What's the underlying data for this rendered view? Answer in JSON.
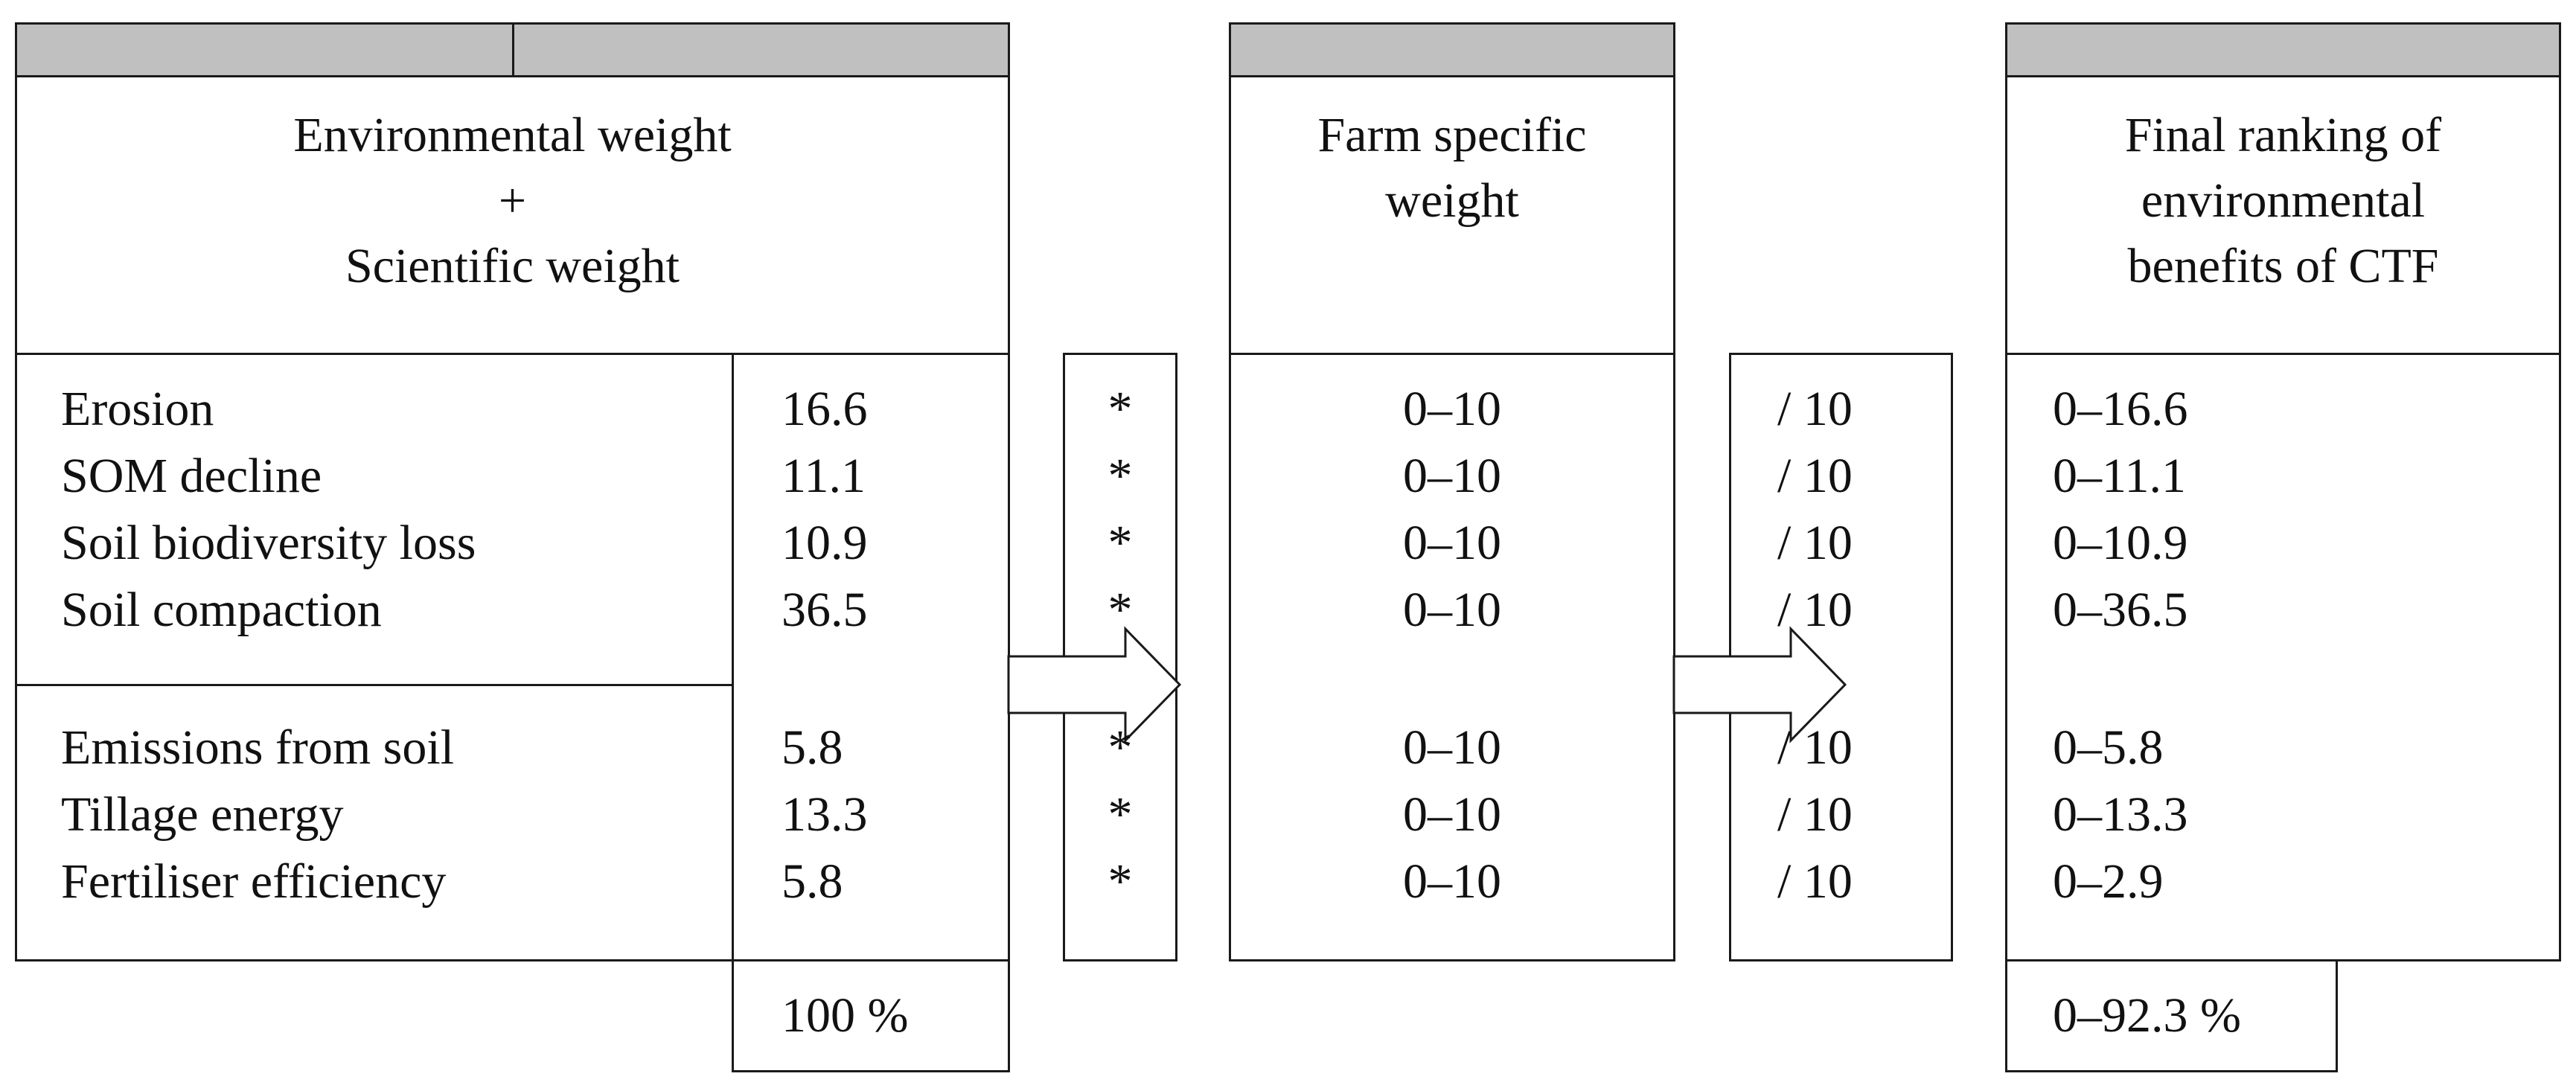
{
  "left_panel": {
    "title_lines": [
      "Environmental weight",
      "+",
      "Scientific weight"
    ],
    "group1": [
      {
        "label": "Erosion",
        "weight": "16.6"
      },
      {
        "label": "SOM decline",
        "weight": "11.1"
      },
      {
        "label": "Soil biodiversity loss",
        "weight": "10.9"
      },
      {
        "label": "Soil compaction",
        "weight": "36.5"
      }
    ],
    "group2": [
      {
        "label": "Emissions from soil",
        "weight": "5.8"
      },
      {
        "label": "Tillage energy",
        "weight": "13.3"
      },
      {
        "label": "Fertiliser efficiency",
        "weight": "5.8"
      }
    ],
    "total": "100 %"
  },
  "multiply_column": {
    "group1": [
      "*",
      "*",
      "*",
      "*"
    ],
    "group2": [
      "*",
      "*",
      "*"
    ]
  },
  "middle_panel": {
    "title_lines": [
      "Farm specific",
      "weight"
    ],
    "group1": [
      "0–10",
      "0–10",
      "0–10",
      "0–10"
    ],
    "group2": [
      "0–10",
      "0–10",
      "0–10"
    ]
  },
  "divide_column": {
    "group1": [
      "/ 10",
      "/ 10",
      "/ 10",
      "/ 10"
    ],
    "group2": [
      "/ 10",
      "/ 10",
      "/ 10"
    ]
  },
  "right_panel": {
    "title_lines": [
      "Final ranking of",
      "environmental",
      "benefits of CTF"
    ],
    "group1": [
      "0–16.6",
      "0–11.1",
      "0–10.9",
      "0–36.5"
    ],
    "group2": [
      "0–5.8",
      "0–13.3",
      "0–2.9"
    ],
    "total": "0–92.3 %"
  },
  "colors": {
    "header_fill": "#c0c0c0",
    "border": "#1a1a1a"
  }
}
